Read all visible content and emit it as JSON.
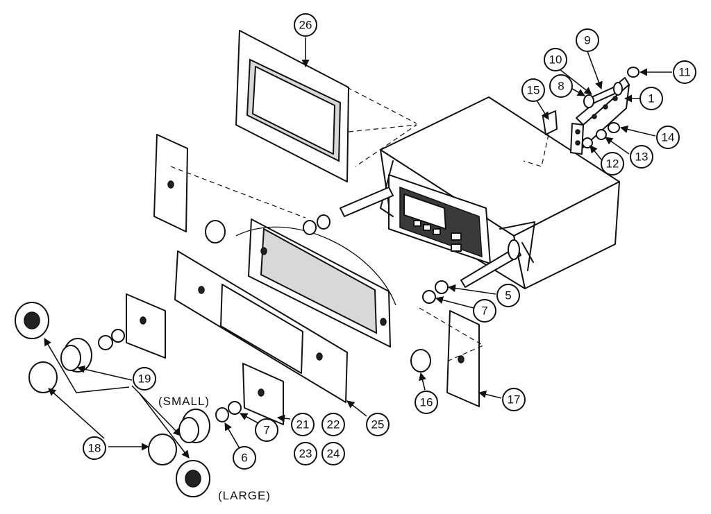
{
  "callouts": [
    "26",
    "9",
    "10",
    "11",
    "8",
    "1",
    "15",
    "14",
    "13",
    "12",
    "5",
    "7",
    "16",
    "17",
    "19",
    "18",
    "6",
    "7",
    "21",
    "22",
    "23",
    "24",
    "25"
  ],
  "labels": {
    "small": "(SMALL)",
    "large": "(LARGE)"
  }
}
